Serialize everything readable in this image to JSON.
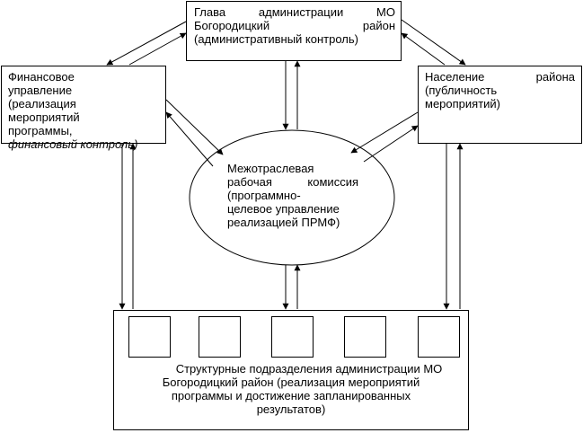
{
  "nodes": {
    "head": {
      "lines": [
        "Глава администрации МО",
        "Богородицкий район",
        "(административный контроль)"
      ]
    },
    "finance": {
      "lines": [
        "Финансовое",
        "управление",
        "(реализация",
        "мероприятий",
        "программы,"
      ],
      "italic_line": "финансовый контроль)"
    },
    "population": {
      "lines": [
        "Население района",
        "(публичность",
        "мероприятий)"
      ]
    },
    "commission": {
      "lines": [
        "Межотраслевая",
        "рабочая комиссия",
        "(программно-",
        "целевое управление",
        "реализацией ПРМФ)"
      ]
    },
    "divisions": {
      "lines": [
        "Структурные подразделения администрации МО",
        "Богородицкий район (реализация мероприятий",
        "программы и достижение запланированных",
        "результатов)"
      ]
    }
  },
  "colors": {
    "stroke": "#000000",
    "background": "#ffffff"
  }
}
